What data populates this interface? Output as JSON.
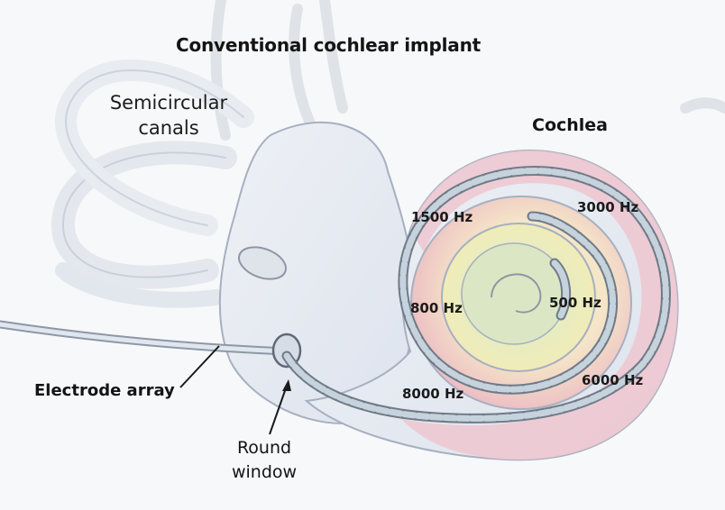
{
  "title": "Conventional cochlear implant",
  "labels": {
    "semicircular_canals": "Semicircular canals",
    "cochlea": "Cochlea",
    "electrode_array": "Electrode array",
    "round_window": "Round window"
  },
  "frequencies": {
    "hz_1500": "1500 Hz",
    "hz_3000": "3000 Hz",
    "hz_800": "800 Hz",
    "hz_500": "500 Hz",
    "hz_8000": "8000 Hz",
    "hz_6000": "6000 Hz"
  },
  "colors": {
    "background": "#f7f8f9",
    "tissue_fill": "#e7ecf3",
    "outline": "#a6b0c0",
    "base_turn": "#ebb8c3",
    "middle_turn": "#f3ecb6",
    "apex_turn": "#d9e6c2",
    "electrode": "#9fb0bc"
  }
}
